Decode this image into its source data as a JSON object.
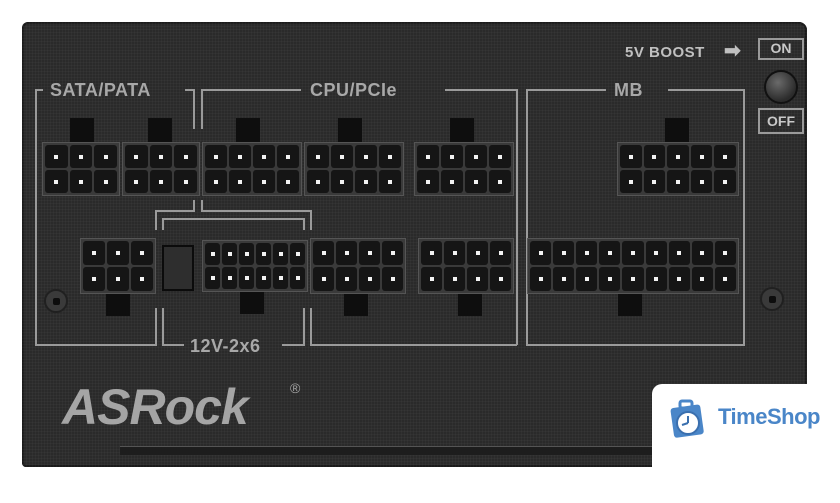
{
  "product": {
    "brand": "ASRock",
    "registered_mark": "®"
  },
  "labels": {
    "sata_pata": "SATA/PATA",
    "cpu_pcie": "CPU/PCIe",
    "mb": "MB",
    "pcie_12v": "12V-2x6"
  },
  "boost_switch": {
    "label": "5V BOOST",
    "arrow": "➡",
    "on_label": "ON",
    "off_label": "OFF"
  },
  "watermark": {
    "text": "TimeShop",
    "color": "#4a86c8"
  },
  "connectors": {
    "top_row": [
      {
        "group": "SATA/PATA",
        "pins": 6,
        "cols": 3
      },
      {
        "group": "SATA/PATA",
        "pins": 6,
        "cols": 3
      },
      {
        "group": "CPU/PCIe",
        "pins": 8,
        "cols": 4
      },
      {
        "group": "CPU/PCIe",
        "pins": 8,
        "cols": 4
      },
      {
        "group": "CPU/PCIe",
        "pins": 8,
        "cols": 4
      },
      {
        "group": "MB",
        "pins": 10,
        "cols": 5
      }
    ],
    "bottom_row": [
      {
        "group": "SATA/PATA",
        "pins": 6,
        "cols": 3
      },
      {
        "group": "12V-2x6",
        "pins": 12,
        "cols": 6
      },
      {
        "group": "CPU/PCIe",
        "pins": 8,
        "cols": 4
      },
      {
        "group": "CPU/PCIe",
        "pins": 8,
        "cols": 4
      },
      {
        "group": "MB",
        "pins": 18,
        "cols": 9
      }
    ]
  }
}
